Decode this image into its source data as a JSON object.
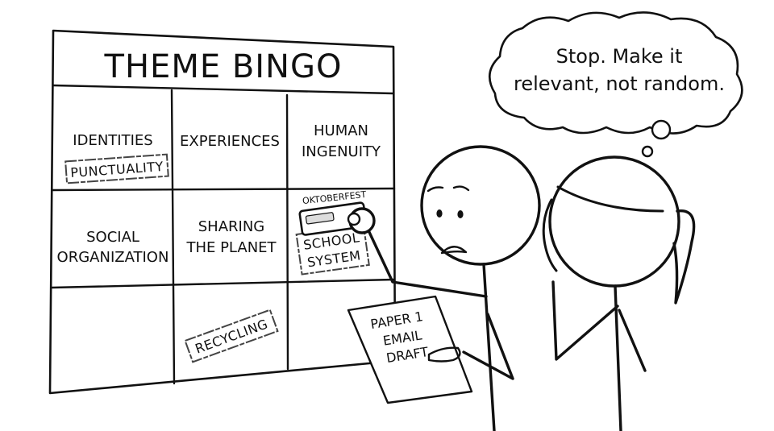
{
  "board": {
    "title": "THEME BINGO",
    "cells": {
      "identities": "IDENTITIES",
      "experiences": "EXPERIENCES",
      "human_ingenuity": [
        "HUMAN",
        "INGENUITY"
      ],
      "social_organization": [
        "SOCIAL",
        "ORGANIZATION"
      ],
      "sharing_the_planet": [
        "SHARING",
        "THE PLANET"
      ]
    },
    "stamps": {
      "punctuality": "PUNCTUALITY",
      "school_system": [
        "SCHOOL",
        "SYSTEM"
      ],
      "recycling": "RECYCLING",
      "oktoberfest": "OKTOBERFEST"
    }
  },
  "paper": {
    "lines": [
      "PAPER 1",
      "EMAIL",
      "DRAFT"
    ]
  },
  "thought_bubble": {
    "lines": [
      "Stop. Make it",
      "relevant, not random."
    ]
  },
  "colors": {
    "ink": "#111111",
    "stamp": "#444444",
    "background": "#ffffff"
  }
}
